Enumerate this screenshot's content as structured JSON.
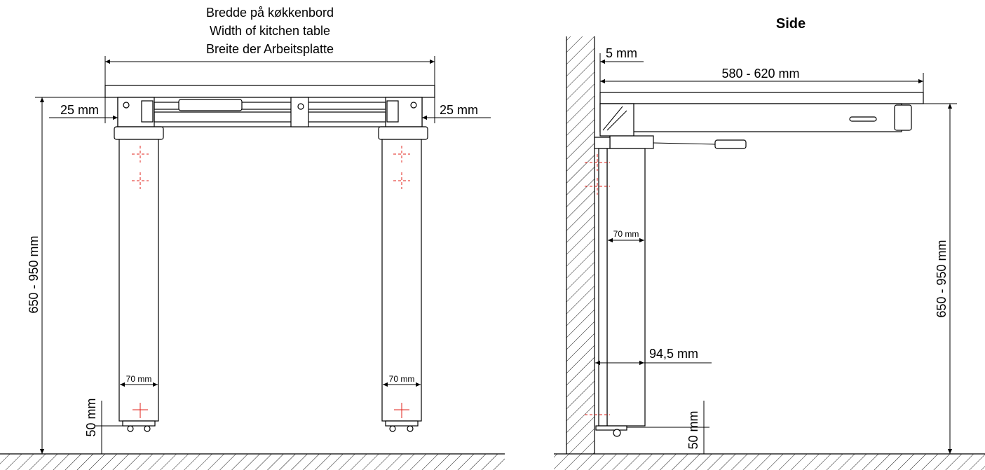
{
  "front_view": {
    "width_label_da": "Bredde på køkkenbord",
    "width_label_en": "Width of kitchen table",
    "width_label_de": "Breite der Arbeitsplatte",
    "offset_left": "25 mm",
    "offset_right": "25 mm",
    "height_range": "650 - 950 mm",
    "leg_width_left": "70 mm",
    "leg_width_right": "70 mm",
    "floor_gap": "50 mm"
  },
  "side_view": {
    "title": "Side",
    "wall_gap": "5 mm",
    "depth_range": "580 - 620 mm",
    "leg_width": "70 mm",
    "wall_to_leg": "94,5 mm",
    "height_range": "650 - 950 mm",
    "floor_gap": "50 mm"
  }
}
